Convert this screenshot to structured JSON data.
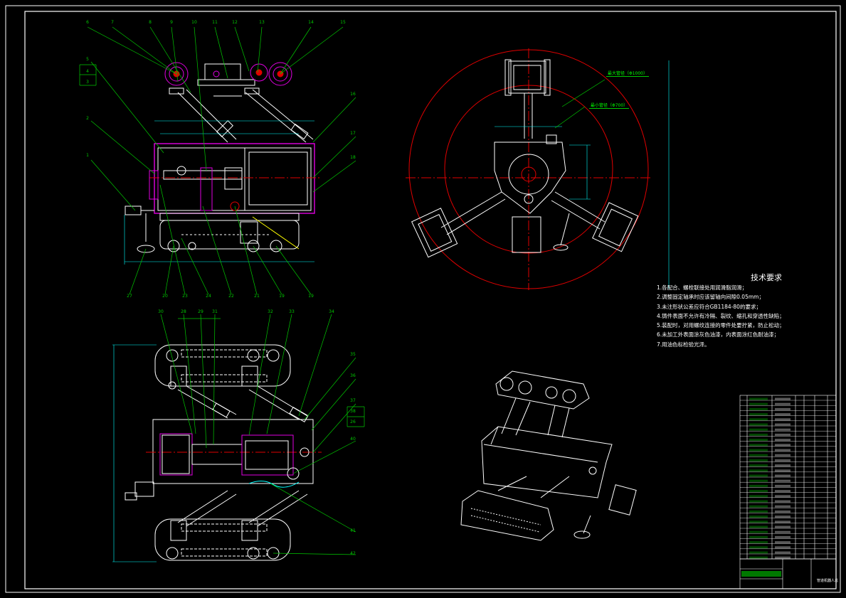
{
  "drawing": {
    "title_block_name": "管道机器人总",
    "colors": {
      "background": "#000000",
      "line": "#ffffff",
      "leader": "#00c800",
      "center": "#e00000",
      "magenta": "#e000e0",
      "dimension": "#00ffff",
      "yellow": "#ffff00"
    }
  },
  "balloons": {
    "front_top": [
      "6",
      "7",
      "8",
      "9",
      "10",
      "11",
      "12",
      "13",
      "14",
      "15"
    ],
    "front_left": [
      "5",
      "4",
      "3",
      "2",
      "1"
    ],
    "front_right": [
      "16",
      "17",
      "18"
    ],
    "front_bottom": [
      "27",
      "20",
      "23",
      "24",
      "22",
      "21",
      "19",
      "19"
    ],
    "plan_top": [
      "30",
      "28",
      "29",
      "31",
      "32",
      "33",
      "34"
    ],
    "plan_right": [
      "35",
      "36",
      "37",
      "38",
      "26",
      "40",
      "41",
      "42"
    ]
  },
  "pipe_labels": {
    "outer": "最大管径（Φ1000）",
    "inner": "最小管径（Φ700）"
  },
  "technical_requirements": {
    "title": "技术要求",
    "items": [
      "1.各配合、螺栓联接处用润滑脂润滑；",
      "2.调整固定轴承时应该留轴向间隙0.05mm；",
      "3.未注形状公差应符合GB1184-80的要求；",
      "4.铸件表面不允许有冷隔、裂纹、缩孔和穿透性缺陷；",
      "5.装配时，对用螺纹连接的零件处要拧紧，防止松动；",
      "6.未加工外表面涂灰色油漆，内表面涂红色耐油漆；",
      "7.用油色标检验光泽。"
    ]
  }
}
